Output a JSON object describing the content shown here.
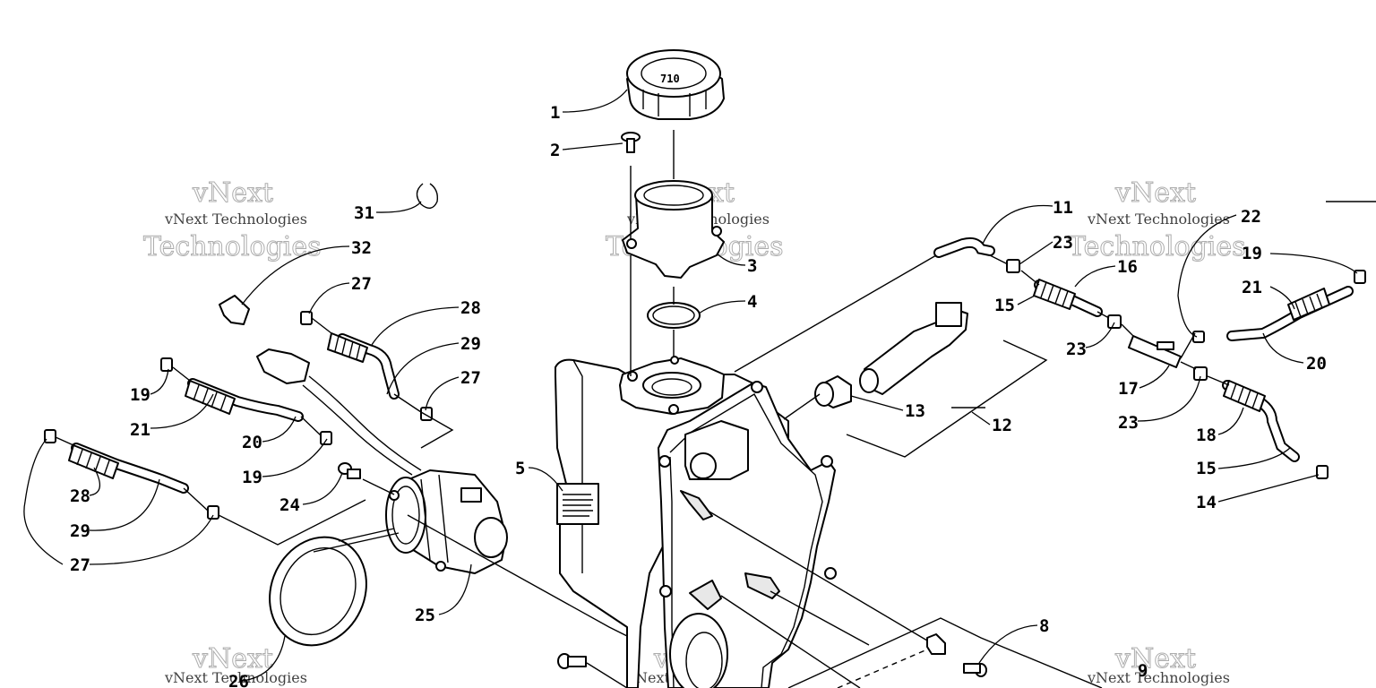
{
  "watermark": {
    "line1": "vNext Technologies",
    "line2": "Technologies",
    "word": "vNext"
  },
  "callouts": {
    "c1": "1",
    "c2": "2",
    "c3": "3",
    "c4": "4",
    "c5": "5",
    "c8": "8",
    "c9": "9",
    "c11": "11",
    "c12": "12",
    "c13": "13",
    "c14": "14",
    "c15a": "15",
    "c15b": "15",
    "c16": "16",
    "c17": "17",
    "c18": "18",
    "c19a": "19",
    "c19b": "19",
    "c19c": "19",
    "c20a": "20",
    "c20b": "20",
    "c21a": "21",
    "c21b": "21",
    "c22": "22",
    "c23a": "23",
    "c23b": "23",
    "c23c": "23",
    "c24": "24",
    "c25": "25",
    "c26": "26",
    "c27a": "27",
    "c27b": "27",
    "c27c": "27",
    "c28a": "28",
    "c28b": "28",
    "c29a": "29",
    "c29b": "29",
    "c31": "31",
    "c32": "32"
  },
  "cap_emblem": "710"
}
